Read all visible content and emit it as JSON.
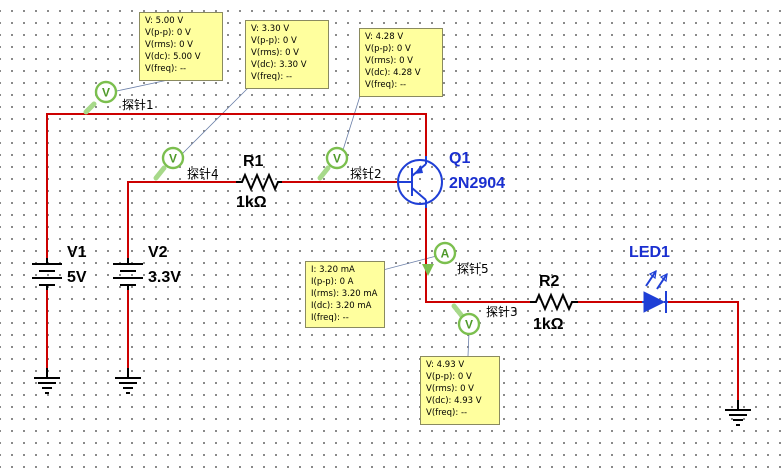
{
  "components": {
    "v1": {
      "name": "V1",
      "value": "5V"
    },
    "v2": {
      "name": "V2",
      "value": "3.3V"
    },
    "r1": {
      "name": "R1",
      "value": "1kΩ"
    },
    "r2": {
      "name": "R2",
      "value": "1kΩ"
    },
    "q1": {
      "name": "Q1",
      "model": "2N2904"
    },
    "led1": {
      "name": "LED1"
    }
  },
  "probes": {
    "p1": {
      "label": "探针1",
      "glyph": "V"
    },
    "p2": {
      "label": "探针2",
      "glyph": "V"
    },
    "p3": {
      "label": "探针3",
      "glyph": "V"
    },
    "p4": {
      "label": "探针4",
      "glyph": "V"
    },
    "p5": {
      "label": "探针5",
      "glyph": "A"
    }
  },
  "readouts": {
    "p1": [
      "V: 5.00 V",
      "V(p-p): 0 V",
      "V(rms): 0 V",
      "V(dc): 5.00 V",
      "V(freq): --"
    ],
    "p4": [
      "V: 3.30 V",
      "V(p-p): 0 V",
      "V(rms): 0 V",
      "V(dc): 3.30 V",
      "V(freq): --"
    ],
    "p2": [
      "V: 4.28 V",
      "V(p-p): 0 V",
      "V(rms): 0 V",
      "V(dc): 4.28 V",
      "V(freq): --"
    ],
    "p5": [
      "I: 3.20 mA",
      "I(p-p): 0 A",
      "I(rms): 3.20 mA",
      "I(dc): 3.20 mA",
      "I(freq): --"
    ],
    "p3": [
      "V: 4.93 V",
      "V(p-p): 0 V",
      "V(rms): 0 V",
      "V(dc): 4.93 V",
      "V(freq): --"
    ]
  },
  "colors": {
    "wire": "#cc0000",
    "component_label": "#1a2fd0",
    "probe_ring": "#7bbf4e",
    "readout_bg": "#ffff9e"
  }
}
